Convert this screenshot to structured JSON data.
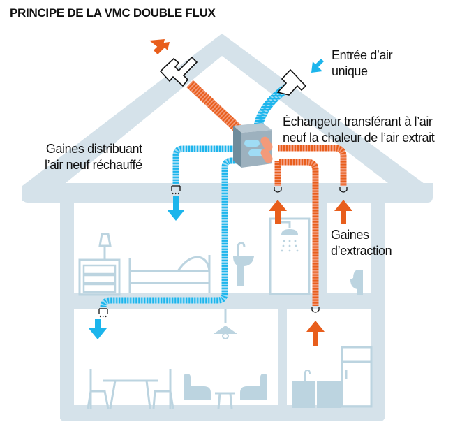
{
  "title": "PRINCIPE DE LA VMC DOUBLE FLUX",
  "colors": {
    "house": "#d5e2ea",
    "furniture": "#bcd4e0",
    "fresh_air": "#1cb5ec",
    "fresh_air_light": "#9fdcf5",
    "extract_air": "#e85e1c",
    "extract_air_light": "#f39a7a",
    "exchanger_top": "#b9c9d3",
    "exchanger_front": "#9db1be",
    "exchanger_side": "#6f8c9c"
  },
  "labels": {
    "air_inlet": [
      "Entrée d’air",
      "unique"
    ],
    "exchanger": [
      "Échangeur transférant à l’air",
      "neuf la chaleur de l’air extrait"
    ],
    "supply_ducts": [
      "Gaines distribuant",
      "l’air neuf réchauffé"
    ],
    "extract_ducts": [
      "Gaines",
      "d’extraction"
    ]
  },
  "components": {
    "exhaust_outlet": "roof-exhaust-terminal",
    "air_inlet_terminal": "roof-inlet-terminal",
    "exchanger": "heat-exchanger-unit",
    "rooms": [
      "bedroom",
      "bathroom",
      "toilet",
      "living-room",
      "kitchen"
    ]
  }
}
